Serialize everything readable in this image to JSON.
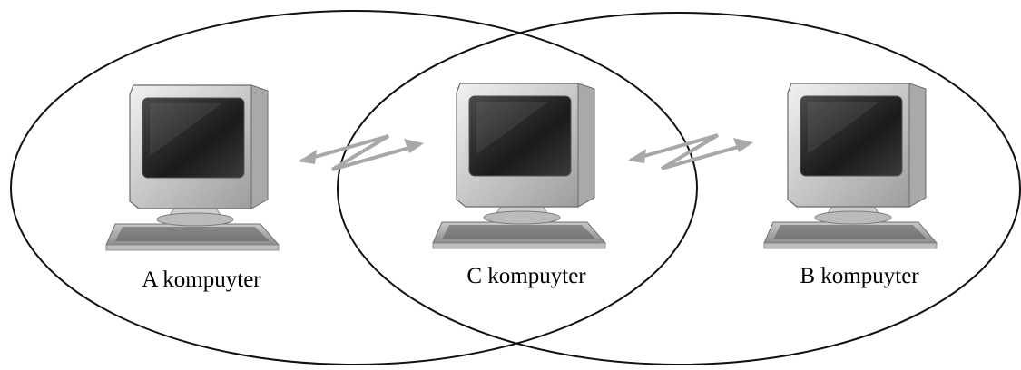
{
  "diagram": {
    "nodes": [
      {
        "id": "A",
        "label": "A kompuyter",
        "icon": "desktop-computer-icon"
      },
      {
        "id": "C",
        "label": "C kompuyter",
        "icon": "desktop-computer-icon"
      },
      {
        "id": "B",
        "label": "B kompuyter",
        "icon": "desktop-computer-icon"
      }
    ],
    "links": [
      {
        "from": "A",
        "to": "C",
        "type": "wireless",
        "direction": "bidirectional"
      },
      {
        "from": "C",
        "to": "B",
        "type": "wireless",
        "direction": "bidirectional"
      }
    ],
    "ranges": [
      {
        "name": "range-a",
        "contains": [
          "A",
          "C"
        ]
      },
      {
        "name": "range-b",
        "contains": [
          "C",
          "B"
        ]
      }
    ],
    "colors": {
      "ellipse_stroke": "#111111",
      "link_arrow": "#a8a8a8",
      "monitor_screen": "#2a2a2a",
      "computer_body": "#d2d2d2"
    }
  }
}
